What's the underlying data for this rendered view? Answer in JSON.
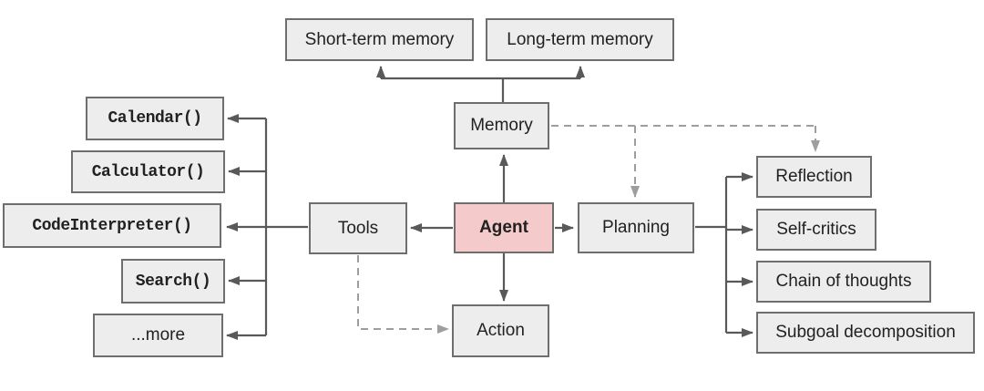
{
  "nodes": {
    "agent": {
      "label": "Agent"
    },
    "memory": {
      "label": "Memory"
    },
    "tools": {
      "label": "Tools"
    },
    "planning": {
      "label": "Planning"
    },
    "action": {
      "label": "Action"
    },
    "short_term_memory": {
      "label": "Short-term memory"
    },
    "long_term_memory": {
      "label": "Long-term memory"
    }
  },
  "tool_items": [
    {
      "label": "Calendar()"
    },
    {
      "label": "Calculator()"
    },
    {
      "label": "CodeInterpreter()"
    },
    {
      "label": "Search()"
    },
    {
      "label": "...more"
    }
  ],
  "planning_items": [
    {
      "label": "Reflection"
    },
    {
      "label": "Self-critics"
    },
    {
      "label": "Chain of thoughts"
    },
    {
      "label": "Subgoal decomposition"
    }
  ],
  "edges": [
    {
      "from": "agent",
      "to": "memory",
      "style": "solid"
    },
    {
      "from": "agent",
      "to": "tools",
      "style": "solid"
    },
    {
      "from": "agent",
      "to": "planning",
      "style": "solid"
    },
    {
      "from": "agent",
      "to": "action",
      "style": "solid"
    },
    {
      "from": "memory",
      "to": "short_term_memory",
      "style": "solid"
    },
    {
      "from": "memory",
      "to": "long_term_memory",
      "style": "solid"
    },
    {
      "from": "tools",
      "to": "Calendar() / Calculator() / CodeInterpreter() / Search() / ...more",
      "style": "solid"
    },
    {
      "from": "planning",
      "to": "Reflection / Self-critics / Chain of thoughts / Subgoal decomposition",
      "style": "solid"
    },
    {
      "from": "memory",
      "to": "planning",
      "style": "dashed"
    },
    {
      "from": "memory",
      "to": "reflection",
      "style": "dashed"
    },
    {
      "from": "tools",
      "to": "action",
      "style": "dashed"
    }
  ],
  "colors": {
    "agent_fill": "#f5caca",
    "box_fill": "#ededed",
    "box_border": "#6e6e6e",
    "solid_line": "#595959",
    "dashed_line": "#9e9e9e"
  }
}
